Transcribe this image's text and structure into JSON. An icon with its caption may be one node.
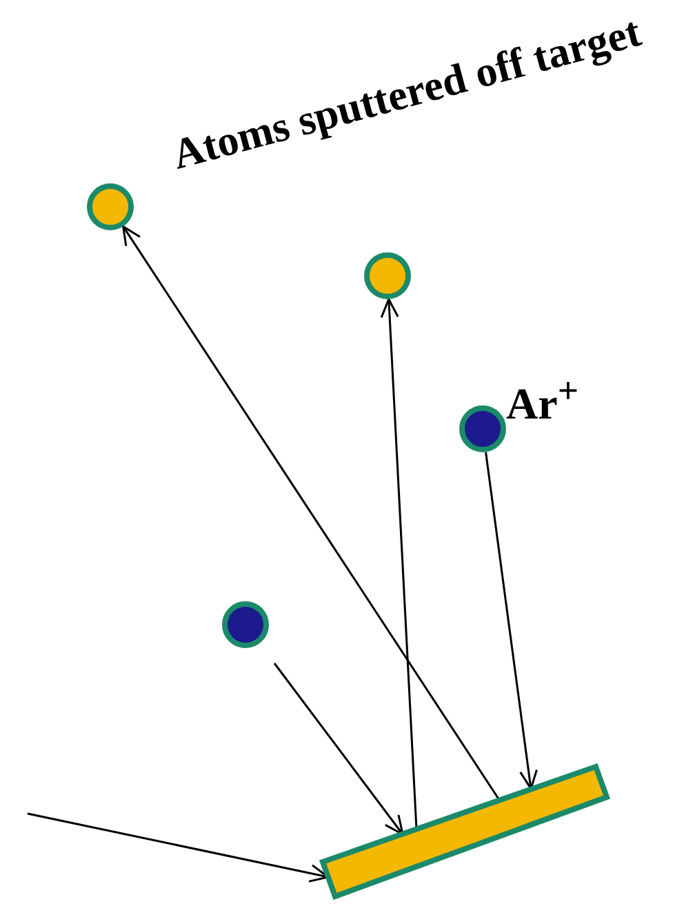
{
  "diagram": {
    "nodes": [
      {
        "text": [],
        "shape": "circle"
      },
      {
        "text": [],
        "shape": "circle"
      },
      {
        "text": [],
        "shape": "circle",
        "beside": [
          "Ar$^{+}$"
        ]
      },
      {
        "text": [],
        "shape": "circle"
      },
      {
        "text": [],
        "shape": "bar"
      }
    ],
    "edges": [
      {
        "from": 4,
        "to": 0,
        "arrow": "to"
      },
      {
        "from": 4,
        "to": 1,
        "arrow": "to"
      },
      {
        "from": 2,
        "to": 4,
        "arrow": "to"
      },
      {
        "from": 3,
        "to": 4,
        "arrow": "to"
      },
      {
        "from": null,
        "to": 4,
        "arrow": "to"
      }
    ],
    "labels": [
      "Atoms sputtered off target"
    ]
  }
}
